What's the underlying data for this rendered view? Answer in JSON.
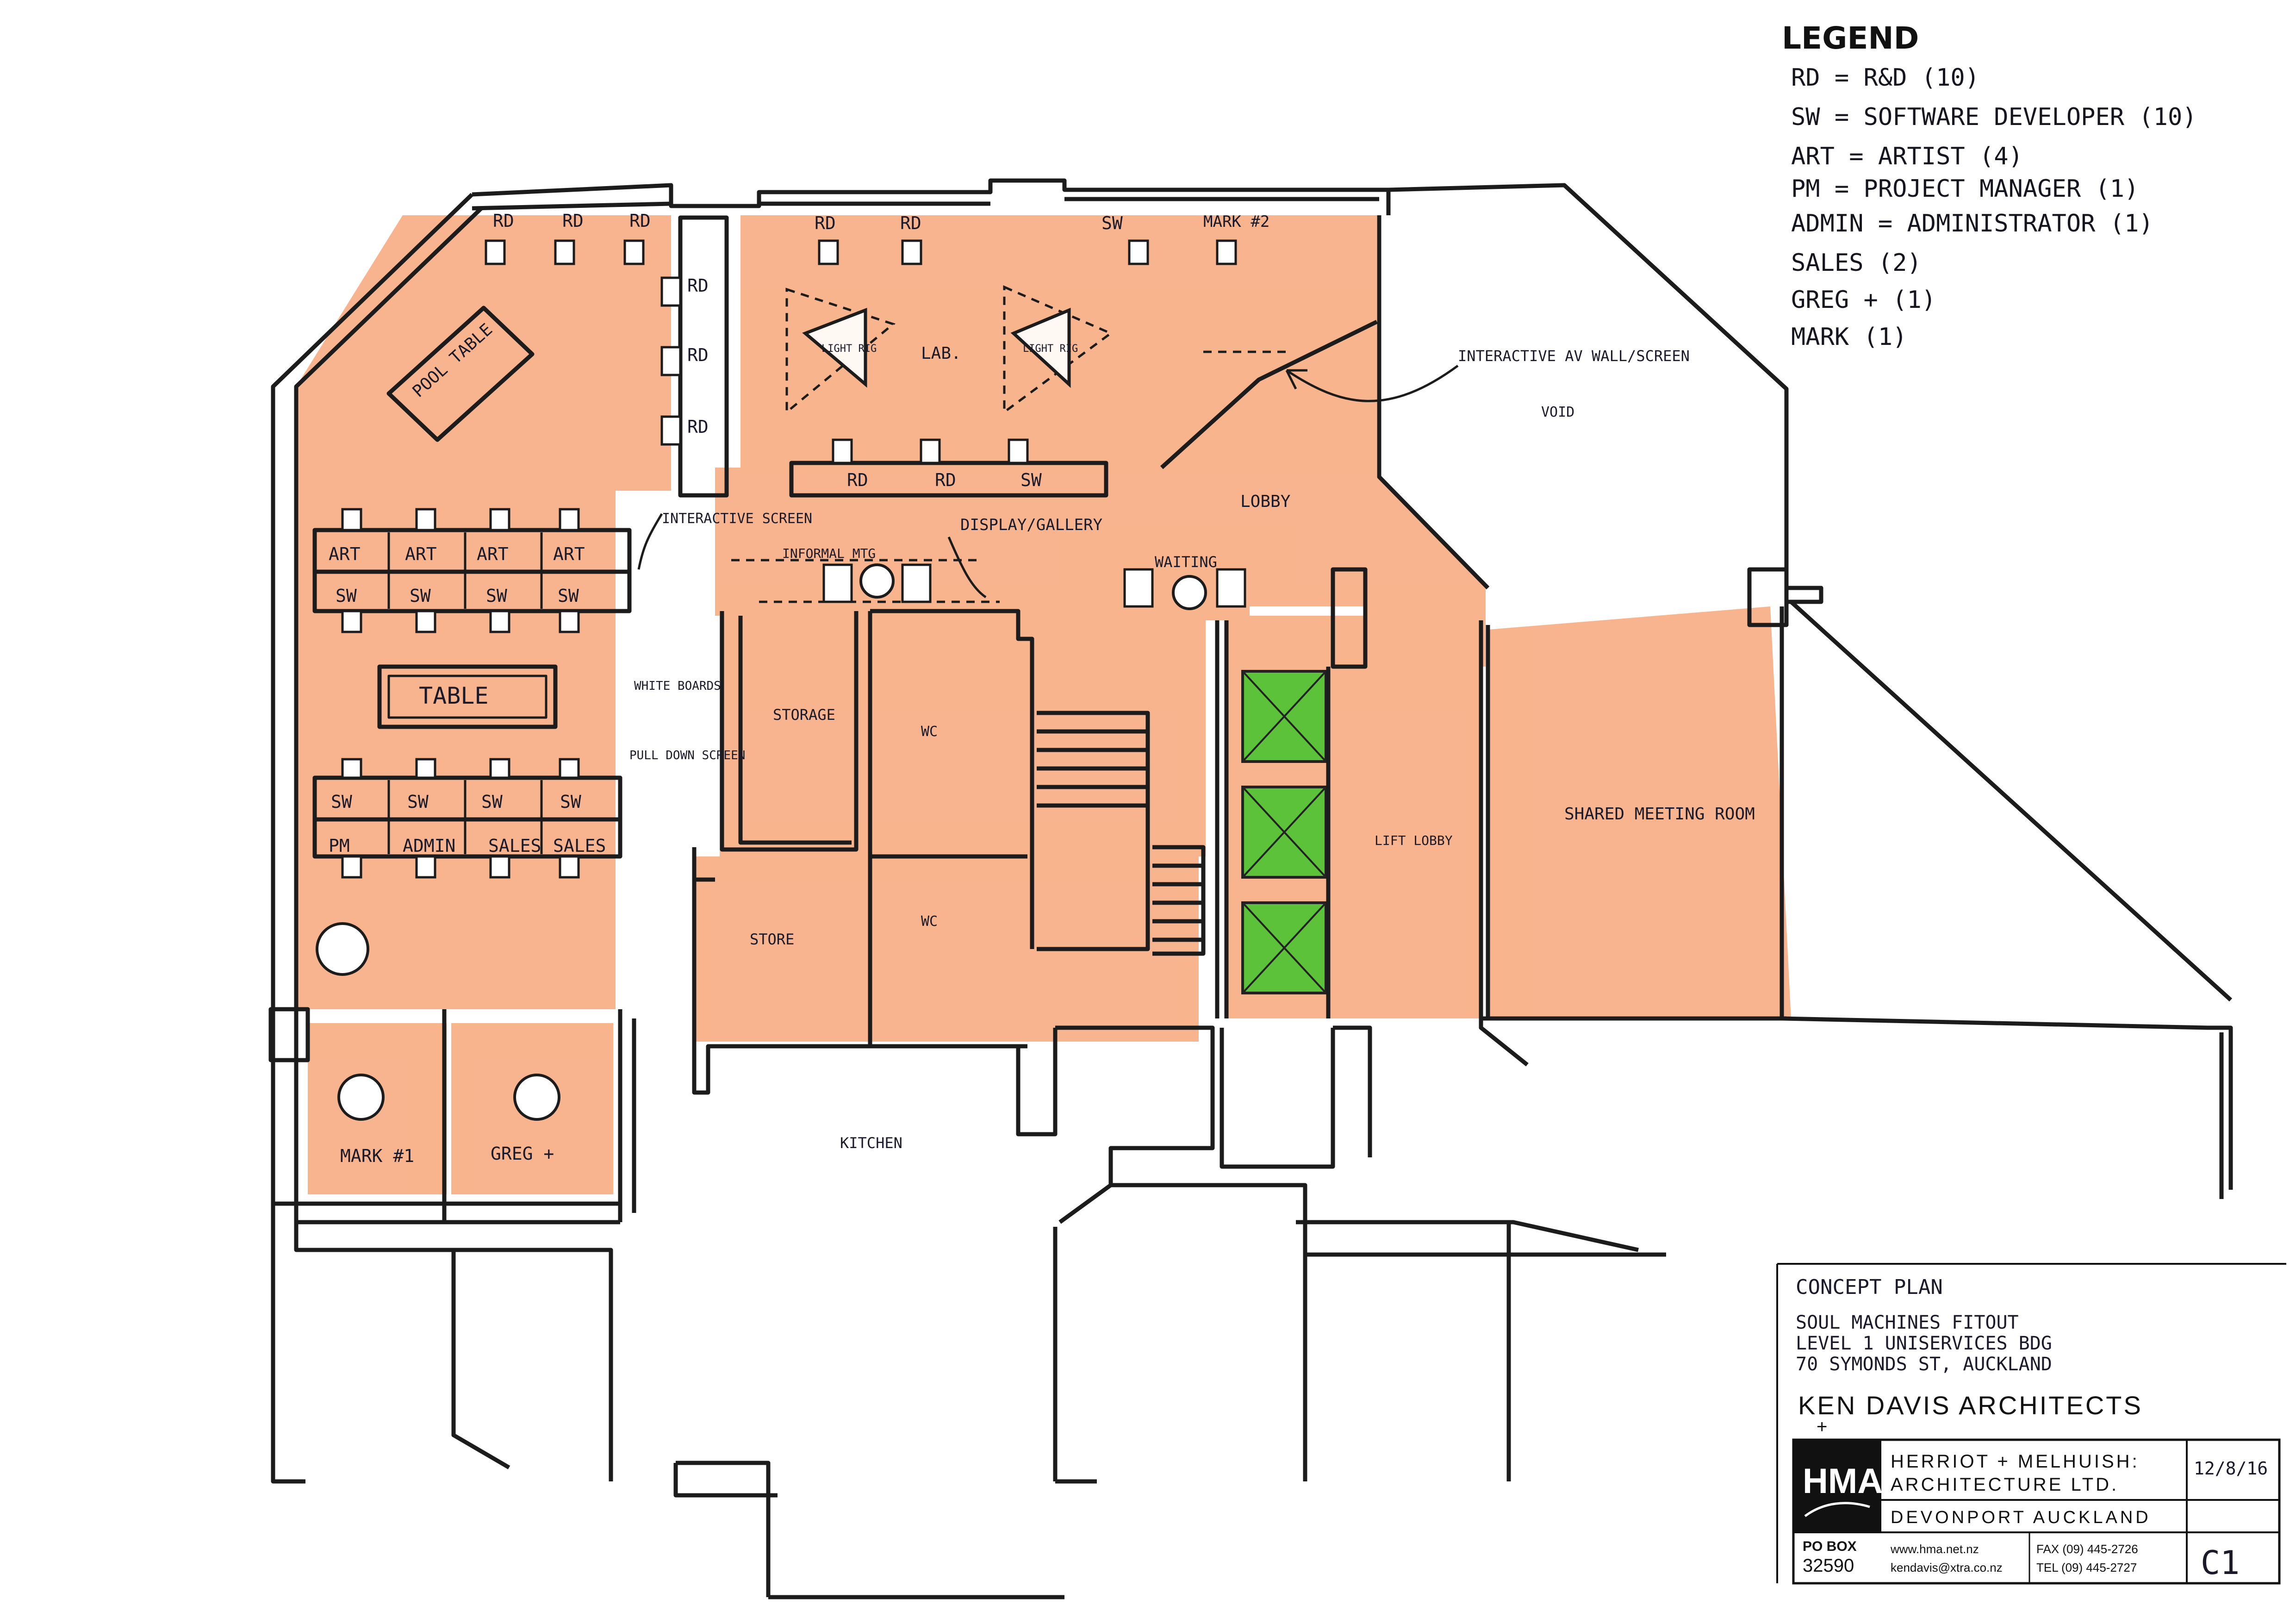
{
  "legend": {
    "title": "LEGEND",
    "items": [
      "RD = R&D (10)",
      "SW = SOFTWARE DEVELOPER (10)",
      "ART = ARTIST (4)",
      "PM = PROJECT MANAGER (1)",
      "ADMIN = ADMINISTRATOR (1)",
      "SALES (2)",
      "GREG + (1)",
      "MARK (1)"
    ]
  },
  "rooms": {
    "pool_table": "POOL TABLE",
    "table": "TABLE",
    "lab": "LAB.",
    "light_rig": "LIGHT RIG",
    "lobby": "LOBBY",
    "waiting": "WAITING",
    "informal_mtg": "INFORMAL MTG",
    "display_gallery": "DISPLAY/GALLERY",
    "interactive_screen": "INTERACTIVE SCREEN",
    "interactive_av_wall": "INTERACTIVE AV WALL/SCREEN",
    "void": "VOID",
    "storage": "STORAGE",
    "wc": "WC",
    "store": "STORE",
    "white_boards": "WHITE BOARDS",
    "pull_down_screen": "PULL DOWN SCREEN",
    "lift_lobby": "LIFT LOBBY",
    "shared_meeting_room": "SHARED MEETING ROOM",
    "kitchen": "KITCHEN",
    "mark1": "MARK #1",
    "greg": "GREG +",
    "mark2": "MARK #2"
  },
  "desk_labels": {
    "rd": "RD",
    "sw": "SW",
    "art": "ART",
    "pm": "PM",
    "admin": "ADMIN",
    "sales": "SALES"
  },
  "title_block": {
    "concept_plan": "CONCEPT PLAN",
    "project_line1": "SOUL MACHINES FITOUT",
    "project_line2": "LEVEL 1 UNISERVICES BDG",
    "project_line3": "70 SYMONDS ST, AUCKLAND",
    "firm1": "KEN DAVIS ARCHITECTS",
    "plus": "+",
    "logo": "HMA",
    "firm2_line1": "HERRIOT + MELHUISH:",
    "firm2_line2": "ARCHITECTURE LTD.",
    "location": "DEVONPORT AUCKLAND",
    "date": "12/8/16",
    "po_box_label": "PO BOX",
    "po_box_number": "32590",
    "web": "www.hma.net.nz",
    "email": "kendavis@xtra.co.nz",
    "fax": "FAX (09) 445-2726",
    "tel": "TEL (09) 445-2727",
    "sheet": "C1"
  },
  "colors": {
    "fill": "#f6a77a",
    "lift": "#5cc23a",
    "ink": "#1a1a1a"
  }
}
